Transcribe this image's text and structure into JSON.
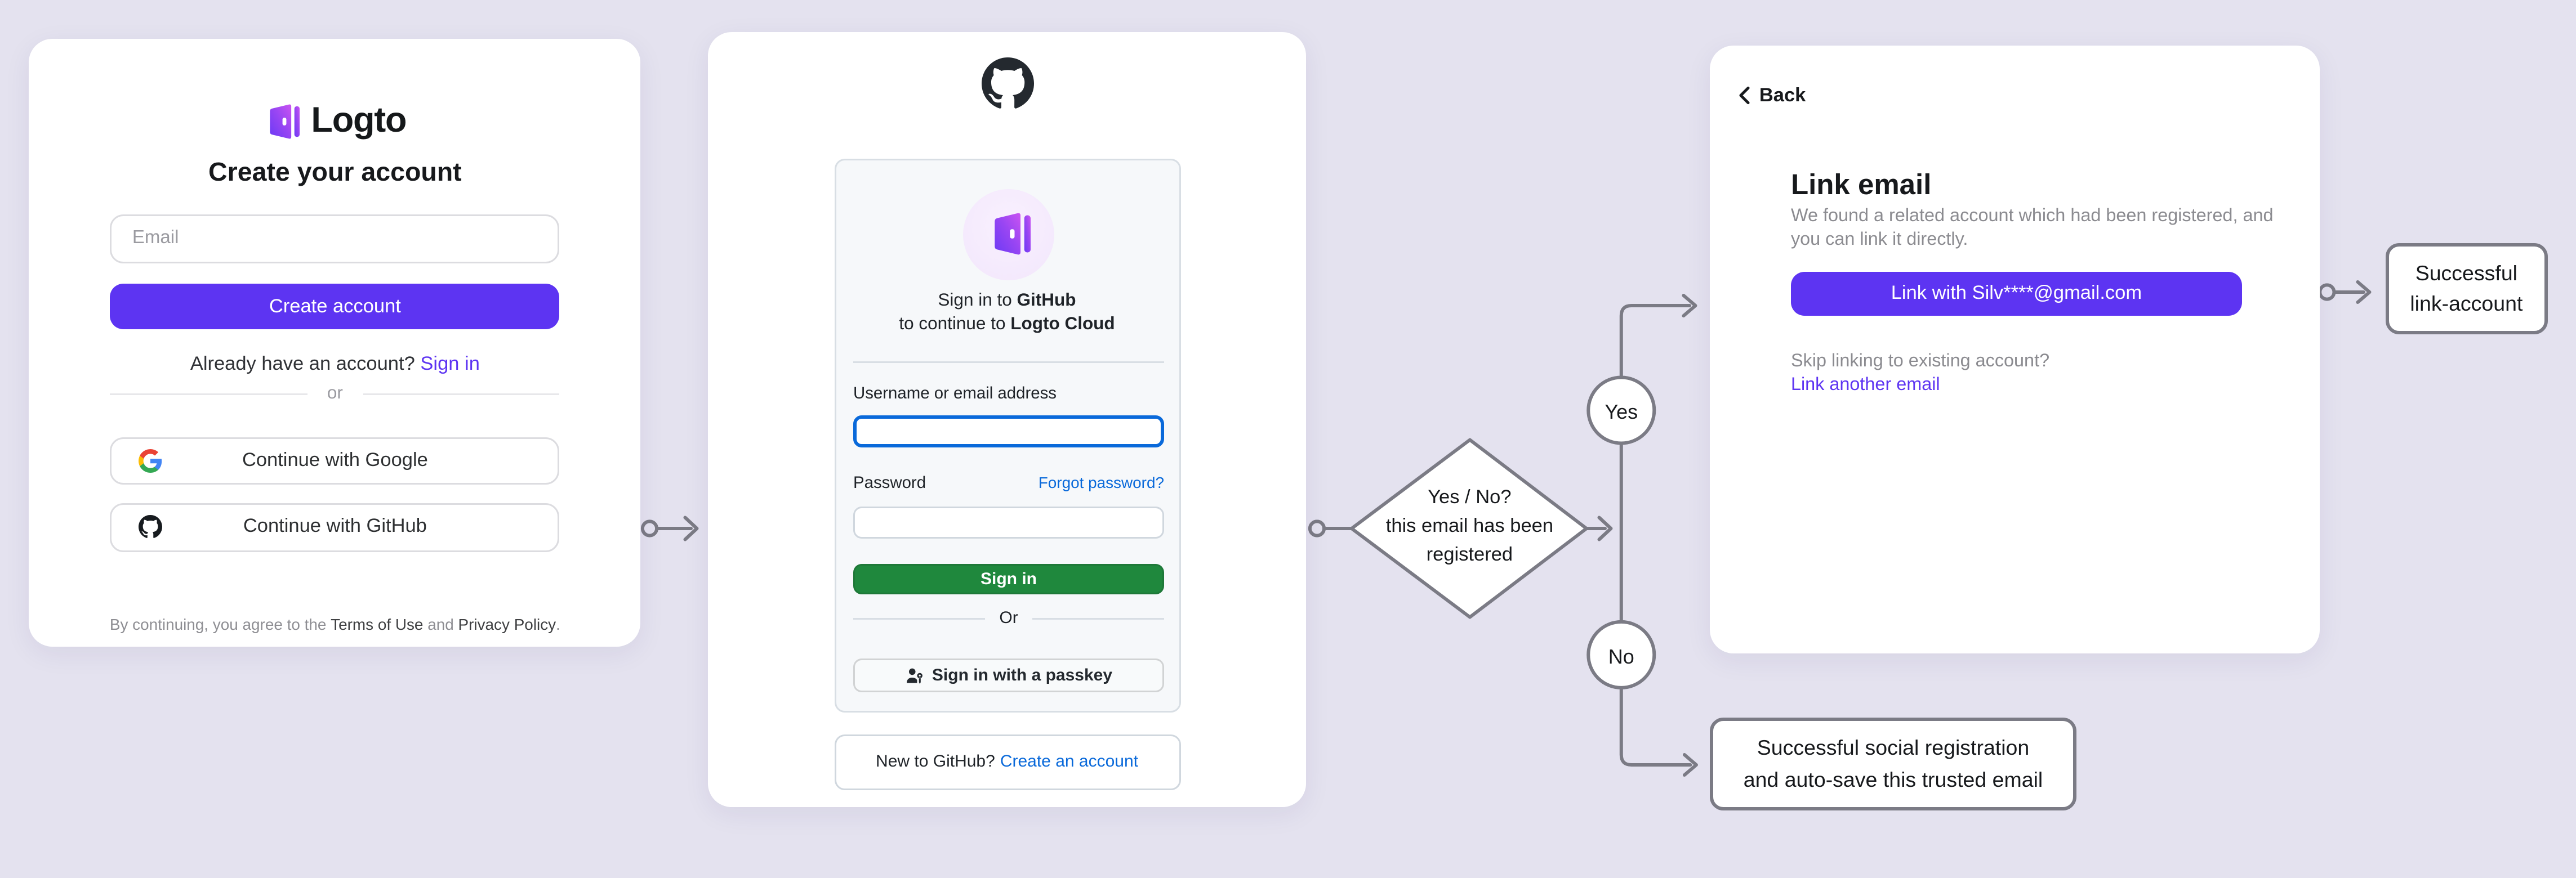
{
  "colors": {
    "background": "#e4e2ef",
    "brand_purple": "#5d34f2",
    "github_green": "#1f883d",
    "github_blue": "#0969da",
    "flow_stroke": "#7b7b85"
  },
  "signup": {
    "logo_text": "Logto",
    "title": "Create your account",
    "email_placeholder": "Email",
    "create_button": "Create account",
    "signin_prompt": "Already have an account?",
    "signin_link": "Sign in",
    "divider": "or",
    "google_button": "Continue with Google",
    "github_button": "Continue with GitHub",
    "terms_prefix": "By continuing, you agree to the ",
    "terms_link": "Terms of Use",
    "terms_and": " and ",
    "privacy_link": "Privacy Policy",
    "terms_suffix": "."
  },
  "github": {
    "signin_line1_prefix": "Sign in to ",
    "signin_line1_bold": "GitHub",
    "signin_line2_prefix": "to continue to ",
    "signin_line2_bold": "Logto Cloud",
    "username_label": "Username or email address",
    "password_label": "Password",
    "forgot_link": "Forgot password?",
    "signin_button": "Sign in",
    "divider": "Or",
    "passkey_button": "Sign in with a passkey",
    "new_prompt": "New to GitHub?",
    "create_link": "Create an account"
  },
  "link_email": {
    "back": "Back",
    "title": "Link email",
    "description": "We found a related account which had been registered, and you can link it directly.",
    "link_button": "Link with Silv****@gmail.com",
    "skip_prompt": "Skip linking to existing account?",
    "link_another": "Link another email"
  },
  "flow": {
    "diamond_line1": "Yes / No?",
    "diamond_line2": "this email has been",
    "diamond_line3": "registered",
    "yes": "Yes",
    "no": "No",
    "success_link_line1": "Successful",
    "success_link_line2": "link-account",
    "success_social_line1": "Successful social registration",
    "success_social_line2": "and auto-save this trusted email"
  }
}
